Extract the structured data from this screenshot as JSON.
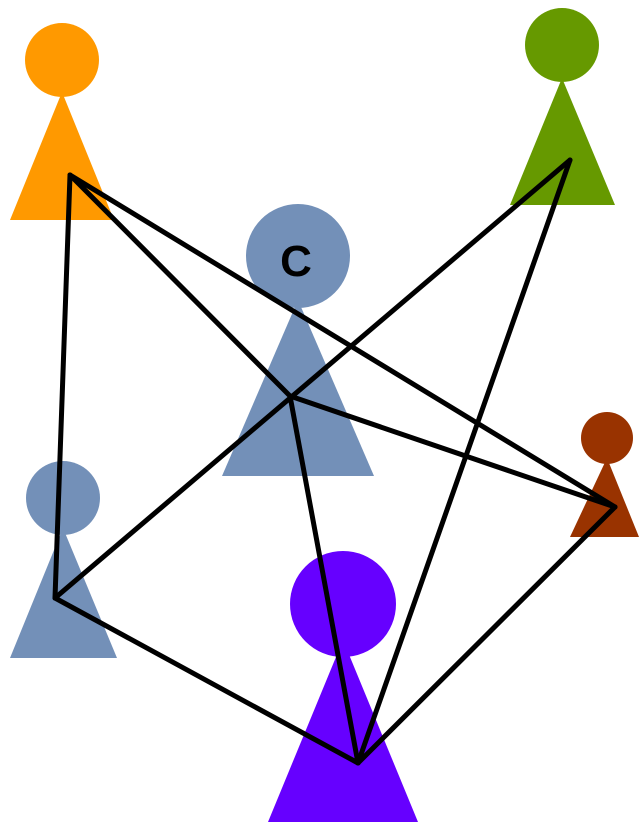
{
  "diagram": {
    "center_label": "C",
    "colors": {
      "orange": "#FF9900",
      "green": "#669900",
      "steel_blue": "#7390B8",
      "brown": "#993300",
      "violet": "#6600FF",
      "edge": "#000000"
    },
    "nodes": [
      {
        "id": "orange-person",
        "color": "orange"
      },
      {
        "id": "green-person",
        "color": "green"
      },
      {
        "id": "center-person",
        "color": "steel_blue",
        "label": "C"
      },
      {
        "id": "left-blue-person",
        "color": "steel_blue"
      },
      {
        "id": "brown-person",
        "color": "brown"
      },
      {
        "id": "violet-person",
        "color": "violet"
      }
    ],
    "edges": [
      [
        "orange-person",
        "left-blue-person"
      ],
      [
        "orange-person",
        "center-person"
      ],
      [
        "orange-person",
        "brown-person"
      ],
      [
        "green-person",
        "left-blue-person"
      ],
      [
        "green-person",
        "violet-person"
      ],
      [
        "center-person",
        "brown-person"
      ],
      [
        "center-person",
        "violet-person"
      ],
      [
        "left-blue-person",
        "violet-person"
      ],
      [
        "brown-person",
        "violet-person"
      ]
    ]
  }
}
